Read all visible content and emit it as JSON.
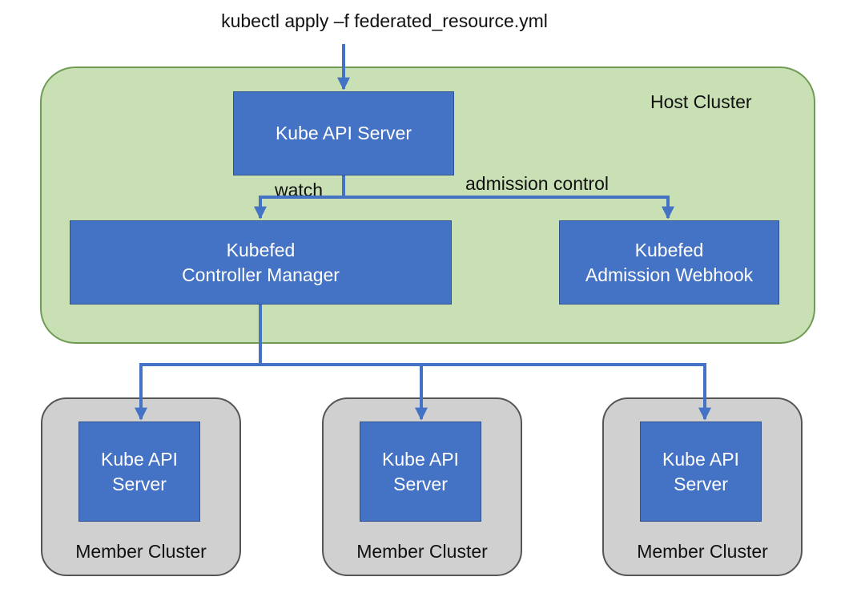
{
  "command": "kubectl apply –f federated_resource.yml",
  "host_cluster": {
    "label": "Host Cluster",
    "kube_api_server": "Kube API Server",
    "controller_manager": [
      "Kubefed",
      "Controller Manager"
    ],
    "admission_webhook": [
      "Kubefed",
      "Admission Webhook"
    ]
  },
  "edges": {
    "watch": "watch",
    "admission_control": "admission control"
  },
  "member_clusters": [
    {
      "label": "Member Cluster",
      "api_server": [
        "Kube API",
        "Server"
      ]
    },
    {
      "label": "Member Cluster",
      "api_server": [
        "Kube API",
        "Server"
      ]
    },
    {
      "label": "Member Cluster",
      "api_server": [
        "Kube API",
        "Server"
      ]
    }
  ],
  "colors": {
    "host_fill": "#c8e0b4",
    "host_border": "#6f9c55",
    "node_fill": "#4472c4",
    "node_border": "#2f528f",
    "connector": "#4472c4",
    "member_fill": "#d0d0d0",
    "member_border": "#555555"
  }
}
